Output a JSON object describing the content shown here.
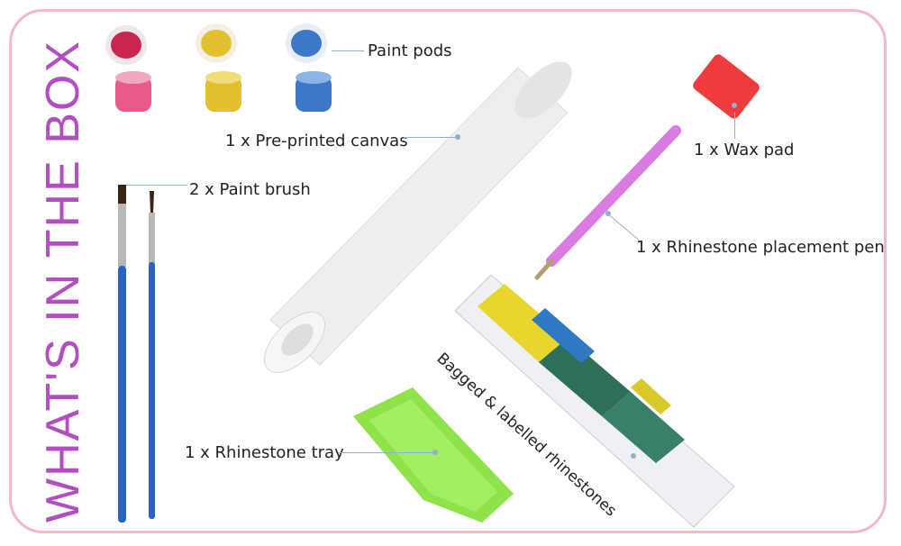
{
  "title": "WHAT'S IN THE BOX",
  "items": {
    "paint_pods": "Paint pods",
    "canvas": "1 x Pre-printed canvas",
    "wax_pad": "1 x Wax pad",
    "paint_brush": "2 x Paint brush",
    "pen": "1 x Rhinestone placement pen",
    "rhinestones": "Bagged & labelled rhinestones",
    "tray": "1 x Rhinestone tray"
  },
  "colors": {
    "frame": "#f2b8c6",
    "title": "#b24fc0",
    "pod_red": "#c8264e",
    "pod_pink": "#e85a8a",
    "pod_yellow": "#e2c02e",
    "pod_blue": "#3c78c8",
    "wax_pad": "#ee3c3c",
    "pen": "#d97be0",
    "tray": "#8ee34a",
    "brush_handle": "#2a63c4"
  }
}
